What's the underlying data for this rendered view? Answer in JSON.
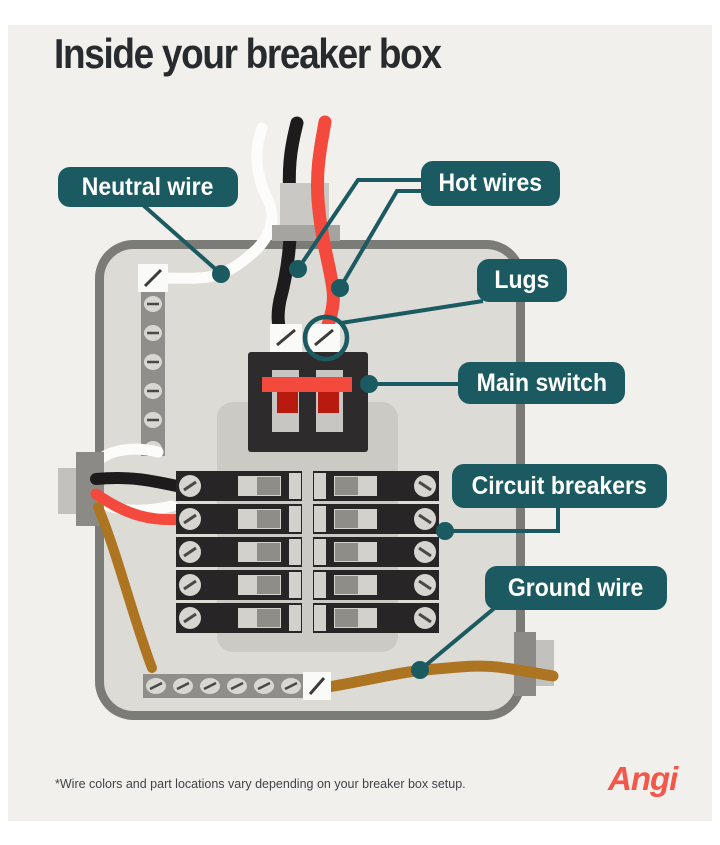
{
  "page": {
    "title": "Inside your breaker box",
    "footnote": "*Wire colors and part locations vary depending on your breaker box setup.",
    "brand_logo": "Angi"
  },
  "labels": {
    "neutral_wire": "Neutral wire",
    "hot_wires": "Hot wires",
    "lugs": "Lugs",
    "main_switch": "Main switch",
    "circuit_breakers": "Circuit breakers",
    "ground_wire": "Ground wire"
  },
  "colors": {
    "background": "#f1f0ed",
    "callout_teal": "#1a5a60",
    "leader_line_teal": "#1a5a60",
    "box_fill": "#dcdbd6",
    "box_border": "#7b7b78",
    "inner_panel": "#cbcac5",
    "breaker_body": "#272525",
    "wire_black": "#1d1b1b",
    "wire_red": "#f4493d",
    "wire_white": "#fcfcfa",
    "wire_ground": "#ad7422",
    "switch_red_bar": "#f4493d",
    "switch_handle_red": "#b91a0f",
    "brand_red": "#f2574a"
  }
}
